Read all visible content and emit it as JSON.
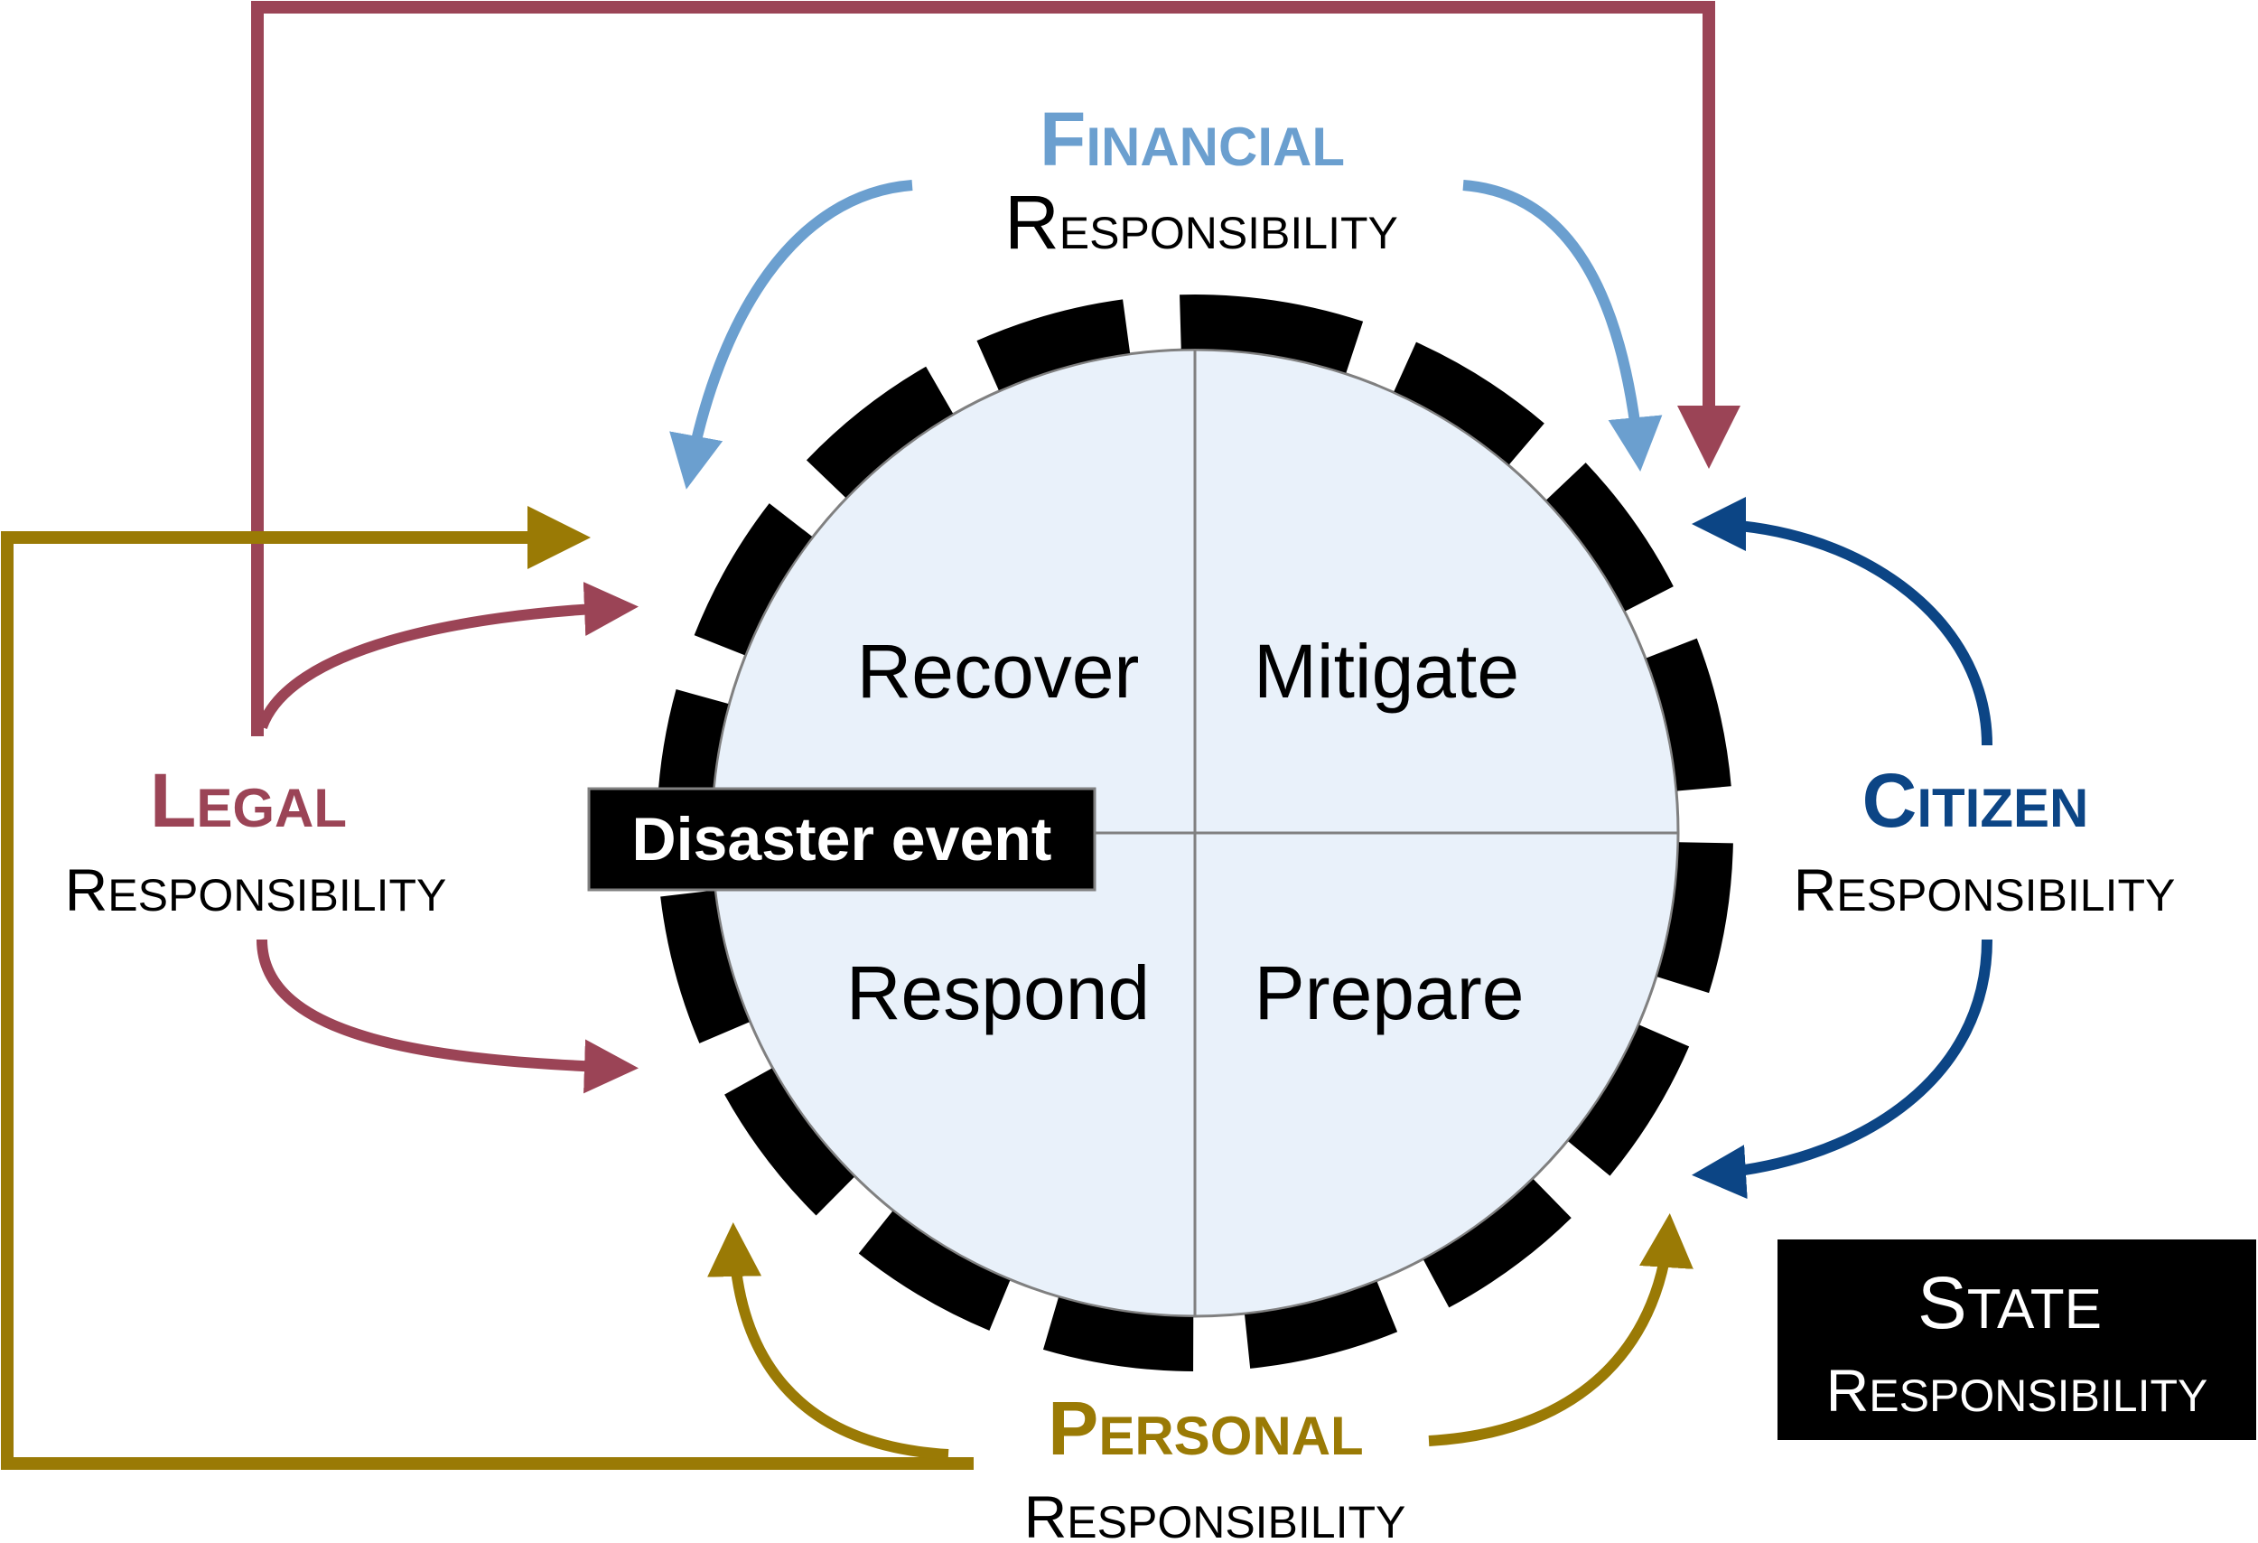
{
  "colors": {
    "financial": "#6b9fcf",
    "legal": "#9b4456",
    "citizen": "#0c4585",
    "personal": "#9a7a05",
    "circle_fill": "#e9f1fa",
    "ring": "#000000",
    "state_box": "#000000"
  },
  "phases": {
    "recover": "Recover",
    "mitigate": "Mitigate",
    "respond": "Respond",
    "prepare": "Prepare"
  },
  "event": {
    "label": "Disaster event"
  },
  "responsibilities": {
    "financial": {
      "cap": "F",
      "rest": "INANCIAL",
      "sub_cap": "R",
      "sub_rest": "ESPONSIBILITY"
    },
    "legal": {
      "cap": "L",
      "rest": "EGAL",
      "sub_cap": "R",
      "sub_rest": "ESPONSIBILITY"
    },
    "citizen": {
      "cap": "C",
      "rest": "ITIZEN",
      "sub_cap": "R",
      "sub_rest": "ESPONSIBILITY"
    },
    "personal": {
      "cap": "P",
      "rest": "ERSONAL",
      "sub_cap": "R",
      "sub_rest": "ESPONSIBILITY"
    },
    "state": {
      "cap": "S",
      "rest": "TATE",
      "sub_cap": "R",
      "sub_rest": "ESPONSIBILITY"
    }
  }
}
